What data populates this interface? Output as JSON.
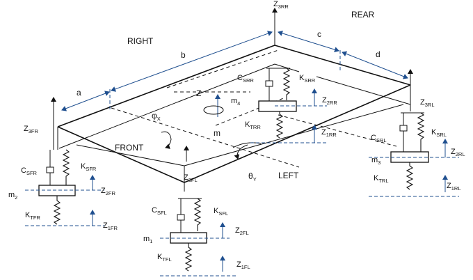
{
  "side_labels": {
    "right": "RIGHT",
    "rear": "REAR",
    "front": "FRONT",
    "left": "LEFT"
  },
  "dimensions": {
    "a": "a",
    "b": "b",
    "c": "c",
    "d": "d"
  },
  "body": {
    "z": "Z",
    "m": "m",
    "phi": "φ",
    "phi_sub": "X",
    "theta": "θ",
    "theta_sub": "Y"
  },
  "corners": {
    "fr": {
      "z3": "Z",
      "z3_sub": "3FR",
      "c": "C",
      "c_sub": "SFR",
      "ks": "K",
      "ks_sub": "SFR",
      "z2": "Z",
      "z2_sub": "2FR",
      "mass": "m",
      "mass_sub": "2",
      "kt": "K",
      "kt_sub": "TFR",
      "z1": "Z",
      "z1_sub": "1FR"
    },
    "fl": {
      "z3": "Z",
      "z3_sub": "3FL",
      "c": "C",
      "c_sub": "SFL",
      "ks": "K",
      "ks_sub": "SFL",
      "z2": "Z",
      "z2_sub": "2FL",
      "mass": "m",
      "mass_sub": "1",
      "kt": "K",
      "kt_sub": "TFL",
      "z1": "Z",
      "z1_sub": "1FL"
    },
    "rr": {
      "z3": "Z",
      "z3_sub": "3RR",
      "c": "C",
      "c_sub": "SRR",
      "ks": "K",
      "ks_sub": "SRR",
      "z2": "Z",
      "z2_sub": "2RR",
      "mass": "m",
      "mass_sub": "4",
      "kt": "K",
      "kt_sub": "TRR",
      "z1": "Z",
      "z1_sub": "1RR"
    },
    "rl": {
      "z3": "Z",
      "z3_sub": "3RL",
      "c": "C",
      "c_sub": "SRL",
      "ks": "K",
      "ks_sub": "SRL",
      "z2": "Z",
      "z2_sub": "2RL",
      "mass": "m",
      "mass_sub": "3",
      "kt": "K",
      "kt_sub": "TRL",
      "z1": "Z",
      "z1_sub": "1RL"
    }
  },
  "colors": {
    "line": "#111111",
    "accent": "#1f4f8f"
  }
}
